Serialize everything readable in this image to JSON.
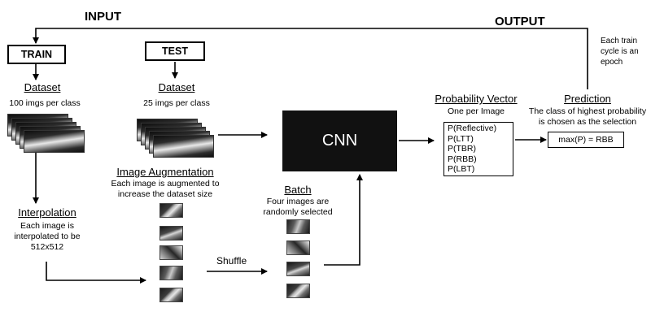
{
  "diagram": {
    "input_label": "INPUT",
    "output_label": "OUTPUT",
    "epoch_note": [
      "Each train",
      "cycle is an",
      "epoch"
    ],
    "train_box": "TRAIN",
    "test_box": "TEST",
    "train_dataset": {
      "title": "Dataset",
      "desc": "100 imgs per class"
    },
    "test_dataset": {
      "title": "Dataset",
      "desc": "25 imgs per class"
    },
    "interpolation": {
      "title": "Interpolation",
      "desc": [
        "Each image is",
        "interpolated to be",
        "512x512"
      ]
    },
    "augmentation": {
      "title": "Image Augmentation",
      "desc": [
        "Each image is augmented to",
        "increase the dataset size"
      ]
    },
    "shuffle_label": "Shuffle",
    "batch": {
      "title": "Batch",
      "desc": [
        "Four images are",
        "randomly selected"
      ]
    },
    "cnn_label": "CNN",
    "probability_vector": {
      "title": "Probability Vector",
      "desc": "One per Image",
      "items": [
        "P(Reflective)",
        "P(LTT)",
        "P(TBR)",
        "P(RBB)",
        "P(LBT)"
      ]
    },
    "prediction": {
      "title": "Prediction",
      "desc": [
        "The class of highest probability",
        "is chosen as the selection"
      ],
      "result": "max(P) = RBB"
    }
  }
}
